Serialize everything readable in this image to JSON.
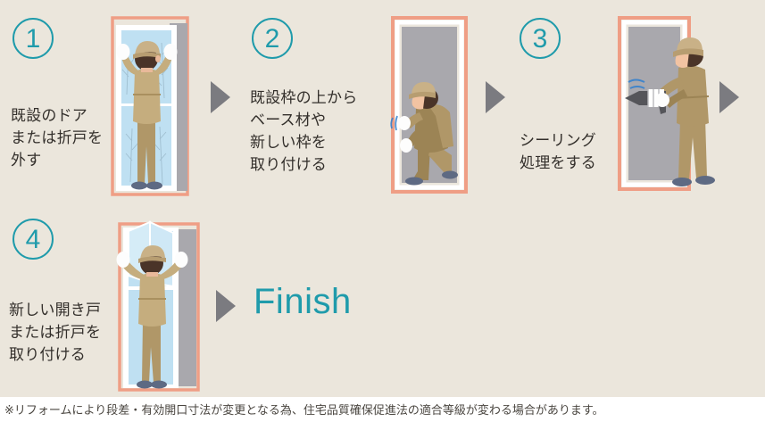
{
  "theme": {
    "background": "#ebe6dc",
    "page_background": "#ffffff",
    "accent_teal": "#1f9bab",
    "arrow_gray": "#7b7b80",
    "text_dark": "#332f2b",
    "footnote_color": "#4a4640",
    "door_frame_salmon": "#ef9e85",
    "door_panel_gray": "#a9a8ad",
    "worker_uniform": "#b09768",
    "glass_blue": "#bfe0f2"
  },
  "steps": [
    {
      "number": "1",
      "caption": "既設のドア\nまたは折戸を\n外す",
      "illustration": "worker-removing-existing-door",
      "arrow_after": true
    },
    {
      "number": "2",
      "caption": "既設枠の上から\nベース材や\n新しい枠を\n取り付ける",
      "illustration": "worker-installing-new-frame",
      "arrow_after": true
    },
    {
      "number": "3",
      "caption": "シーリング\n処理をする",
      "illustration": "worker-applying-sealant",
      "arrow_after": true
    },
    {
      "number": "4",
      "caption": "新しい開き戸\nまたは折戸を\n取り付ける",
      "illustration": "worker-installing-new-door",
      "arrow_after": true
    }
  ],
  "finish": {
    "label": "Finish"
  },
  "footnote": {
    "text": "※リフォームにより段差・有効開口寸法が変更となる為、住宅品質確保促進法の適合等級が変わる場合があります。"
  }
}
